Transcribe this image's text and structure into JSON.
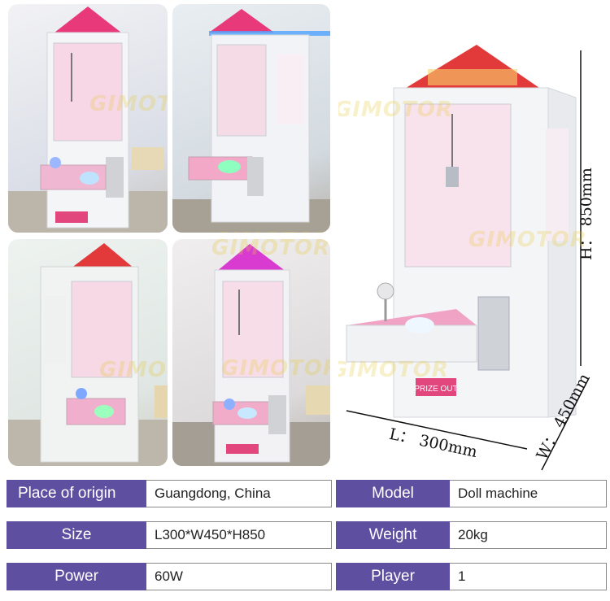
{
  "brand_watermark": "GIMOTOR",
  "machine_sign": "PRIZE OUT",
  "dimensions": {
    "height": "H： 850mm",
    "length": "L： 300mm",
    "width": "W： 450mm"
  },
  "specs": [
    {
      "label": "Place of origin",
      "value": "Guangdong, China"
    },
    {
      "label": "Model",
      "value": "Doll machine"
    },
    {
      "label": "Size",
      "value": "L300*W450*H850"
    },
    {
      "label": "Weight",
      "value": "20kg"
    },
    {
      "label": "Power",
      "value": "60W"
    },
    {
      "label": "Player",
      "value": "1"
    }
  ],
  "colors": {
    "label_bg": "#5e4fa0",
    "roof_pink": "#e83a7b",
    "roof_red": "#e23a3a",
    "cabinet": "#f4f5f7",
    "glow_pink": "#f7c6dd",
    "glow_blue": "#4fa3ff"
  }
}
